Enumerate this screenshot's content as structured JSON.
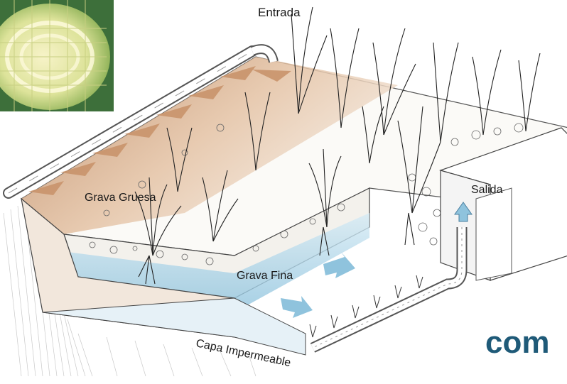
{
  "diagram": {
    "labels": {
      "entrada": "Entrada",
      "salida": "Salida",
      "grava_gruesa": "Grava Gruesa",
      "grava_fina": "Grava Fina",
      "capa_impermeable": "Capa Impermeable"
    },
    "brand_text": "com"
  },
  "colors": {
    "sky_blue_flow": "#8fc3dd",
    "soil_brown": "#c9946c",
    "brand_teal": "#1f5a78"
  },
  "icons": [
    "photo-thumbnail",
    "inlet-pipe",
    "outlet-pipe",
    "flow-arrow",
    "reed-plant",
    "gravel"
  ]
}
